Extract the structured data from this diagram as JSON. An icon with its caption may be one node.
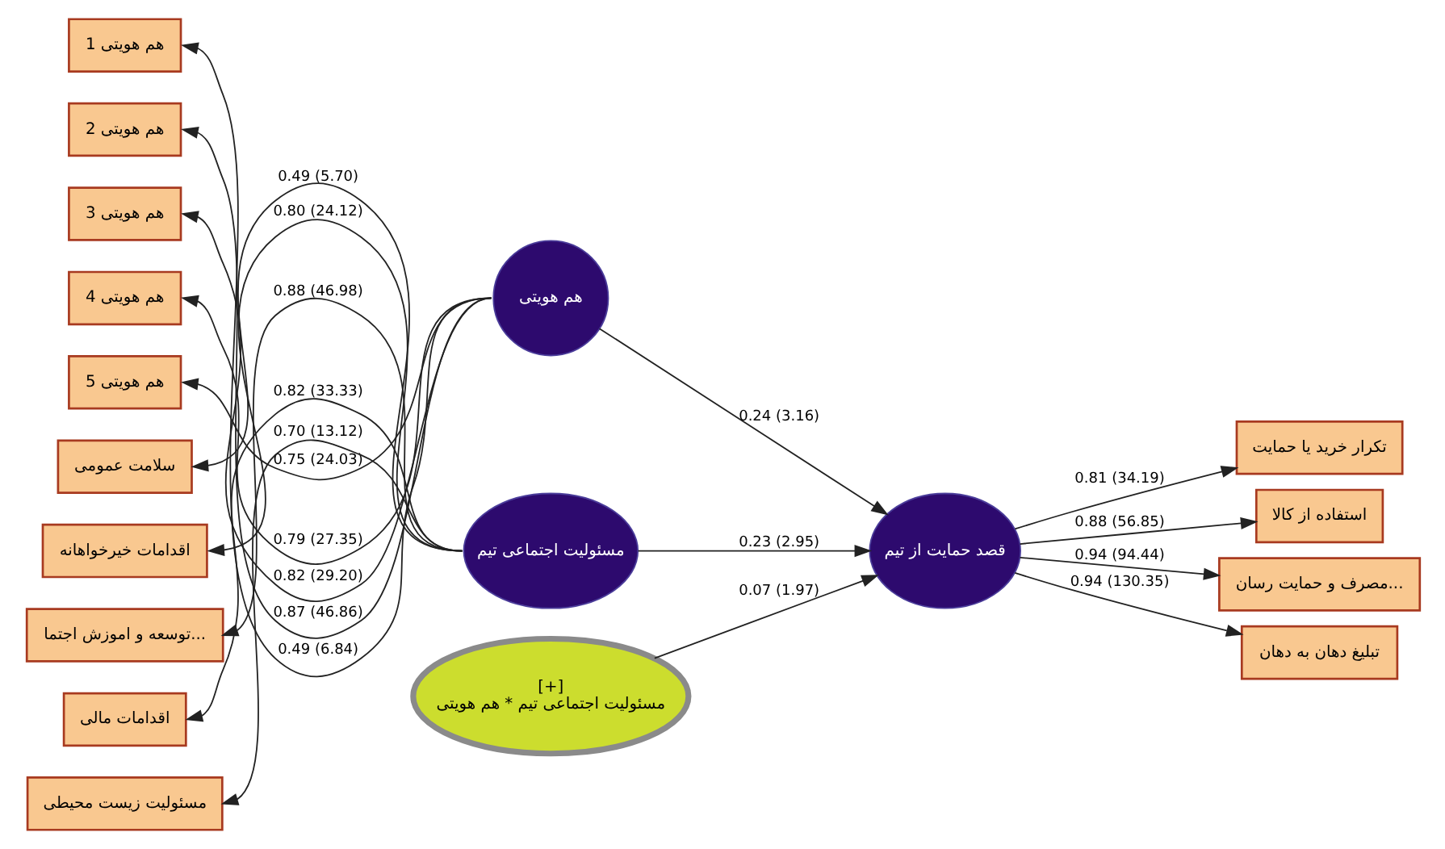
{
  "diagram": {
    "nodes": [
      {
        "text": [
          "هم هویتی"
        ]
      },
      {
        "text": [
          "هم هویتی 1"
        ]
      },
      {
        "text": [
          "هم هویتی 2"
        ]
      },
      {
        "text": [
          "هم هویتی 3"
        ]
      },
      {
        "text": [
          "هم هویتی 4"
        ]
      },
      {
        "text": [
          "هم هویتی 5"
        ]
      },
      {
        "text": [
          "مسئولیت اجتماعی تیم"
        ]
      },
      {
        "text": [
          "سلامت عمومی"
        ]
      },
      {
        "text": [
          "اقدامات خیرخواهانه"
        ]
      },
      {
        "text": [
          "توسعه و اموزش اجتما..."
        ]
      },
      {
        "text": [
          "اقدامات مالی"
        ]
      },
      {
        "text": [
          "مسئولیت زیست محیطی"
        ]
      },
      {
        "text": [
          "قصد حمایت از تیم"
        ]
      },
      {
        "text": [
          "تکرار خرید یا حمایت"
        ]
      },
      {
        "text": [
          "استفاده از کالا"
        ]
      },
      {
        "text": [
          "مصرف و حمایت رسان..."
        ]
      },
      {
        "text": [
          "تبلیغ دهان به دهان"
        ]
      },
      {
        "text": [
          "[+]",
          "مسئولیت اجتماعی تیم * هم هویتی"
        ]
      }
    ],
    "edges": [
      {
        "from": 0,
        "to": 1,
        "arrow": "to",
        "label": "0.49 (6.84)"
      },
      {
        "from": 0,
        "to": 2,
        "arrow": "to",
        "label": "0.87 (46.86)"
      },
      {
        "from": 0,
        "to": 3,
        "arrow": "to",
        "label": "0.82 (29.20)"
      },
      {
        "from": 0,
        "to": 4,
        "arrow": "to",
        "label": "0.79 (27.35)"
      },
      {
        "from": 0,
        "to": 5,
        "arrow": "to",
        "label": "0.75 (24.03)"
      },
      {
        "from": 6,
        "to": 7,
        "arrow": "to",
        "label": "0.49 (5.70)"
      },
      {
        "from": 6,
        "to": 8,
        "arrow": "to",
        "label": "0.80 (24.12)"
      },
      {
        "from": 6,
        "to": 9,
        "arrow": "to",
        "label": "0.88 (46.98)"
      },
      {
        "from": 6,
        "to": 10,
        "arrow": "to",
        "label": "0.82 (33.33)"
      },
      {
        "from": 6,
        "to": 11,
        "arrow": "to",
        "label": "0.70 (13.12)"
      },
      {
        "from": 0,
        "to": 12,
        "arrow": "to",
        "label": "0.24 (3.16)"
      },
      {
        "from": 6,
        "to": 12,
        "arrow": "to",
        "label": "0.23 (2.95)"
      },
      {
        "from": 17,
        "to": 12,
        "arrow": "to",
        "label": "0.07 (1.97)"
      },
      {
        "from": 12,
        "to": 13,
        "arrow": "to",
        "label": "0.81 (34.19)"
      },
      {
        "from": 12,
        "to": 14,
        "arrow": "to",
        "label": "0.88 (56.85)"
      },
      {
        "from": 12,
        "to": 15,
        "arrow": "to",
        "label": "0.94 (94.44)"
      },
      {
        "from": 12,
        "to": 16,
        "arrow": "to",
        "label": "0.94 (130.35)"
      }
    ]
  }
}
